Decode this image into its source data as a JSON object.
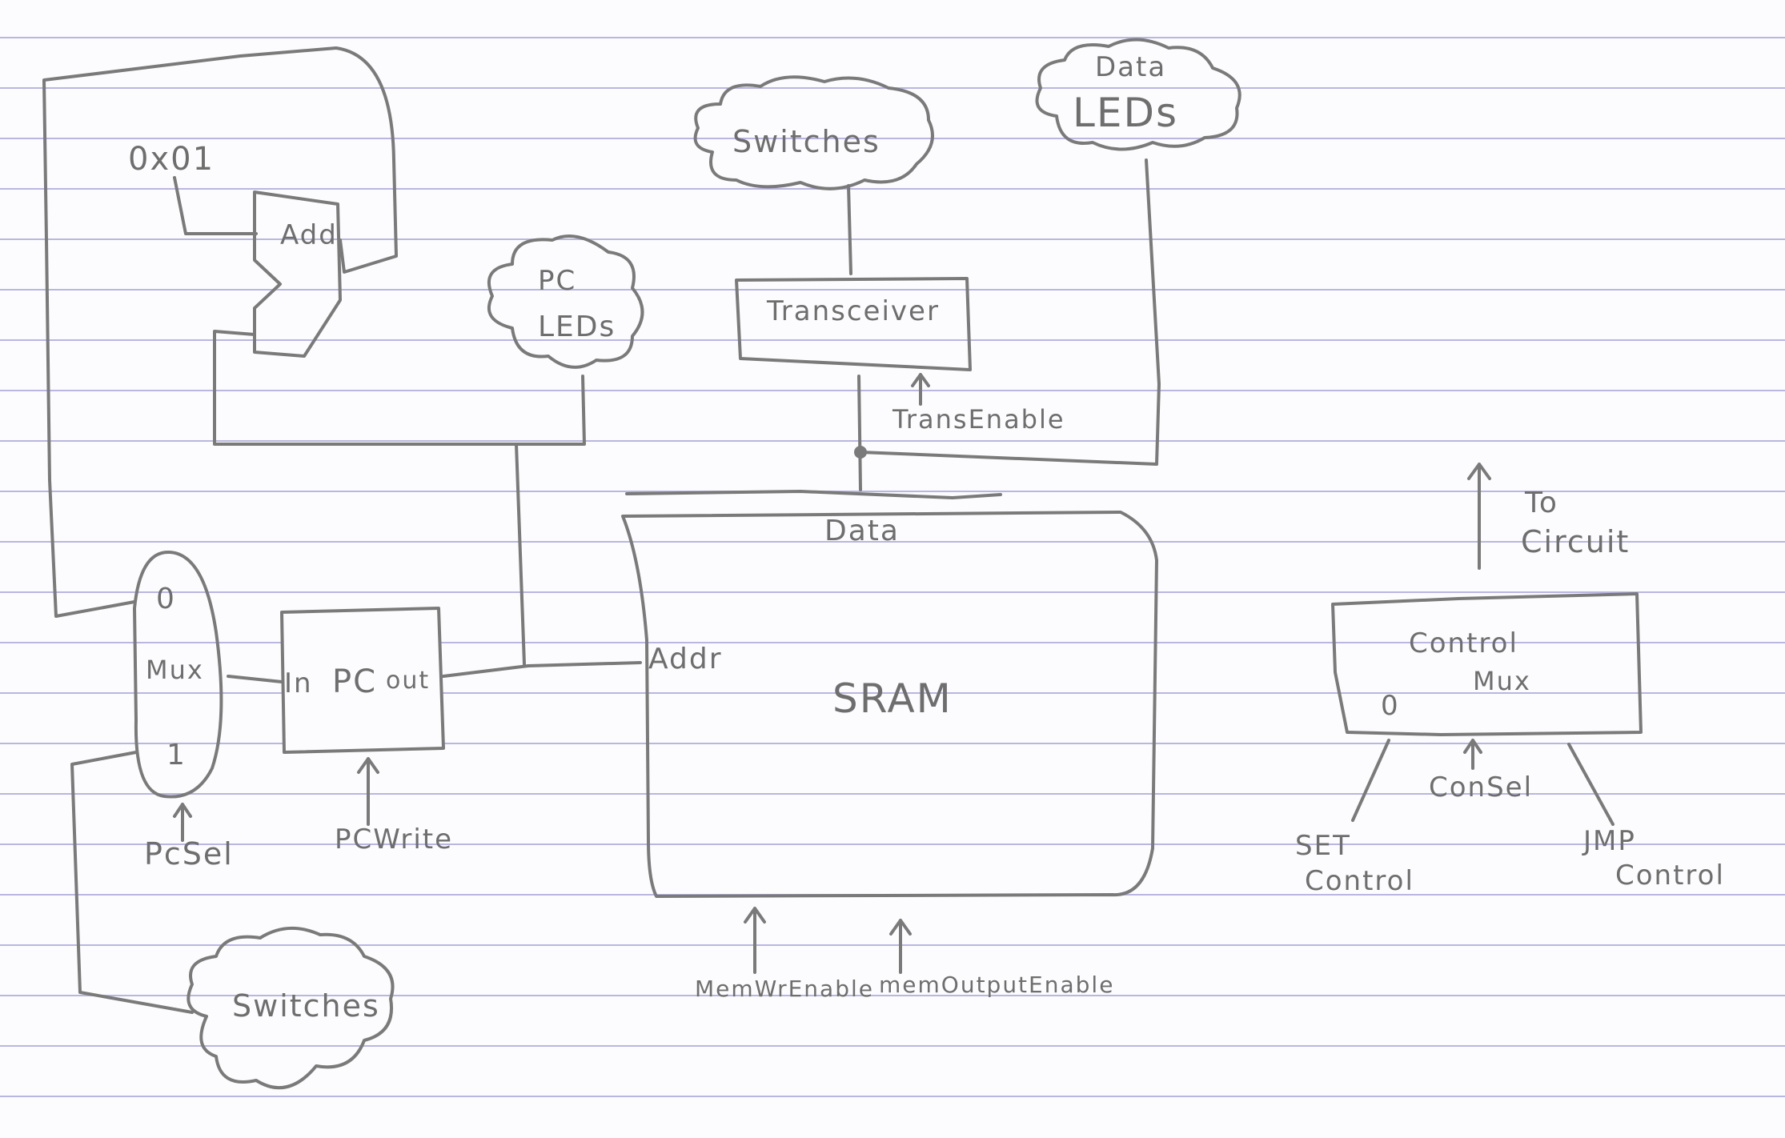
{
  "diagram": {
    "top_loop": {
      "constant": "0x01",
      "adder": "Add"
    },
    "pc_leds": {
      "line1": "PC",
      "line2": "LEDs"
    },
    "switches_top": "Switches",
    "data_leds": {
      "line1": "Data",
      "line2": "LEDs"
    },
    "transceiver": "Transceiver",
    "trans_enable": "TransEnable",
    "mux": {
      "input0": "0",
      "label": "Mux",
      "input1": "1",
      "select": "PcSel"
    },
    "pc": {
      "in_label": "In",
      "name": "PC",
      "out_label": "out",
      "write": "PCWrite"
    },
    "sram": {
      "name": "SRAM",
      "data_port": "Data",
      "addr_port": "Addr",
      "write_enable": "MemWrEnable",
      "output_enable": "memOutputEnable"
    },
    "switches_bottom": "Switches",
    "control_mux": {
      "line1": "Control",
      "line2": "Mux",
      "input0": "0",
      "output_line1": "To",
      "output_line2": "Circuit",
      "select": "ConSel",
      "left_input_line1": "SET",
      "left_input_line2": "Control",
      "right_input_line1": "JMP",
      "right_input_line2": "Control"
    }
  },
  "colors": {
    "pencil": "#7a7a7a",
    "paper_rule": "#b9b6e0",
    "paper": "#fcfcfe"
  }
}
